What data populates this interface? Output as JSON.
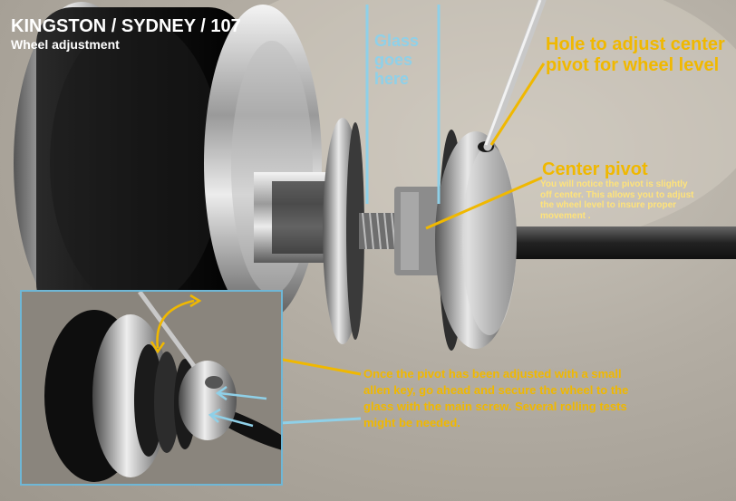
{
  "title": "KINGSTON / SYDNEY / 107",
  "subtitle": "Wheel adjustment",
  "glass_label": [
    "Glass",
    "goes",
    "here"
  ],
  "hole_label": "Hole to adjust center pivot for wheel level",
  "pivot_title": "Center pivot",
  "pivot_description": [
    "You will notice the pivot is slightly",
    " off center. This allows you to adjust",
    "the wheel level to insure proper",
    "movement ."
  ],
  "instructions": [
    "Once the pivot has been adjusted with a small",
    "allen key, go ahead and secure the wheel to the",
    "glass with the main screw. Several rolling tests",
    "might be needed."
  ],
  "colors": {
    "callout": "#f0b800",
    "glass": "#8fd0e8",
    "inset_border": "#6fb7d6",
    "title": "#ffffff"
  }
}
